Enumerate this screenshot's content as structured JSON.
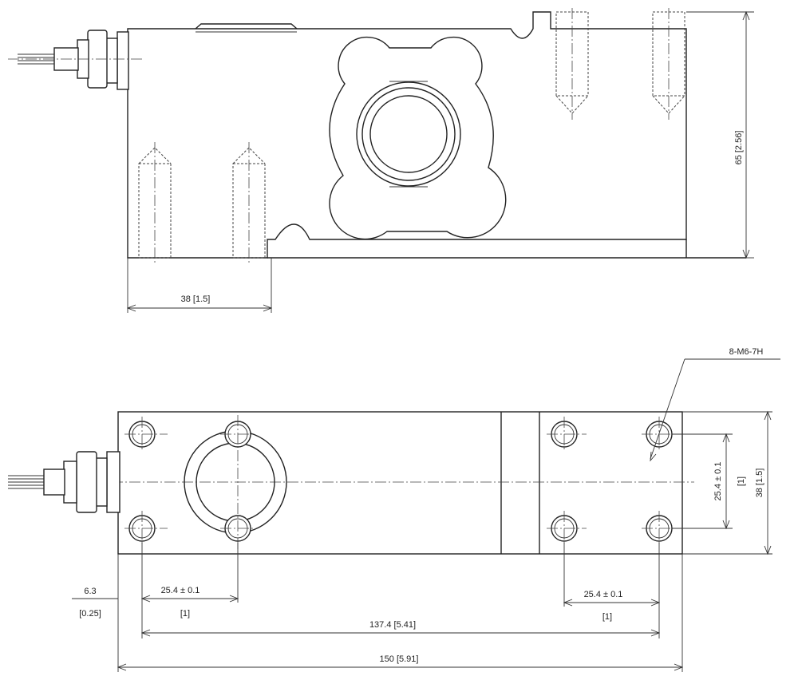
{
  "side_view": {
    "height_dim": "65 [2.56]",
    "offset_dim": "38 [1.5]"
  },
  "plan_view": {
    "thread_callout": "8-M6-7H",
    "cable_offset_mm": "6.3",
    "cable_offset_in": "[0.25]",
    "left_pitch_mm": "25.4 ± 0.1",
    "left_pitch_in": "[1]",
    "right_pitch_mm": "25.4 ± 0.1",
    "right_pitch_in": "[1]",
    "hole_span": "137.4 [5.41]",
    "overall_length": "150 [5.91]",
    "vertical_pitch_mm": "25.4 ± 0.1",
    "vertical_pitch_in": "[1]",
    "width_dim": "38 [1.5]"
  }
}
